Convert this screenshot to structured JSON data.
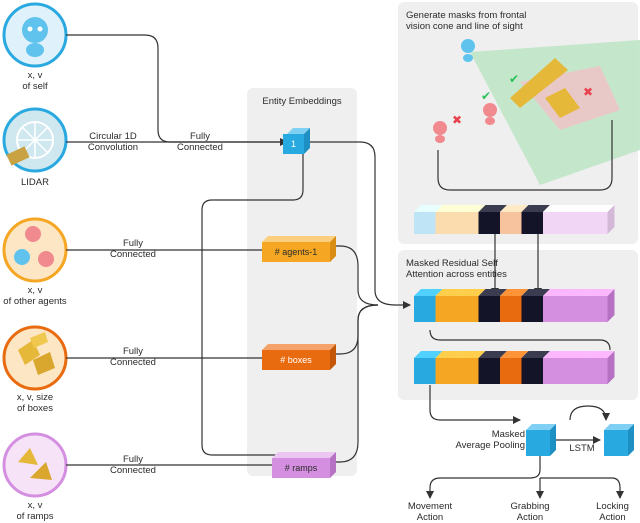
{
  "inputs": [
    {
      "line1": "x, v",
      "line2": "of self"
    },
    {
      "line1": "LIDAR",
      "line2": ""
    },
    {
      "line1": "x, v",
      "line2": "of other agents"
    },
    {
      "line1": "x, v, size",
      "line2": "of boxes"
    },
    {
      "line1": "x, v",
      "line2": "of ramps"
    }
  ],
  "conv_label": {
    "line1": "Circular 1D",
    "line2": "Convolution"
  },
  "fc_labels": [
    {
      "line1": "Fully",
      "line2": "Connected"
    },
    {
      "line1": "Fully",
      "line2": "Connected"
    },
    {
      "line1": "Fully",
      "line2": "Connected"
    },
    {
      "line1": "Fully",
      "line2": "Connected"
    }
  ],
  "embeddings": {
    "title": "Entity Embeddings",
    "blocks": [
      "1",
      "# agents-1",
      "# boxes",
      "# ramps"
    ]
  },
  "mask_panel": {
    "line1": "Generate masks from frontal",
    "line2": "vision cone and line of sight"
  },
  "attention_panel": {
    "line1": "Masked Residual Self",
    "line2": "Attention across entities"
  },
  "pooling": {
    "line1": "Masked",
    "line2": "Average Pooling"
  },
  "lstm": "LSTM",
  "actions": [
    {
      "line1": "Movement",
      "line2": "Action"
    },
    {
      "line1": "Grabbing",
      "line2": "Action"
    },
    {
      "line1": "Locking",
      "line2": "Action"
    }
  ],
  "colors": {
    "self": "#28a9e0",
    "agents": "#f5a623",
    "boxes": "#e86b10",
    "ramps": "#d48fe0",
    "masked": "#141428",
    "panel": "#efefef",
    "cone": "#bfe6c8",
    "check": "#2bbf5a",
    "cross": "#e8424f"
  },
  "vectors": {
    "mask_row": [
      "self-faded",
      "agents-faded",
      "agents-faded",
      "masked",
      "boxes-faded",
      "masked",
      "ramps-faded",
      "ramps-faded",
      "ramps-faded"
    ],
    "attn_row_1": [
      "self",
      "agents",
      "agents",
      "masked",
      "boxes",
      "masked",
      "ramps",
      "ramps",
      "ramps"
    ],
    "attn_row_2": [
      "self",
      "agents",
      "agents",
      "masked",
      "boxes",
      "masked",
      "ramps",
      "ramps",
      "ramps"
    ]
  }
}
